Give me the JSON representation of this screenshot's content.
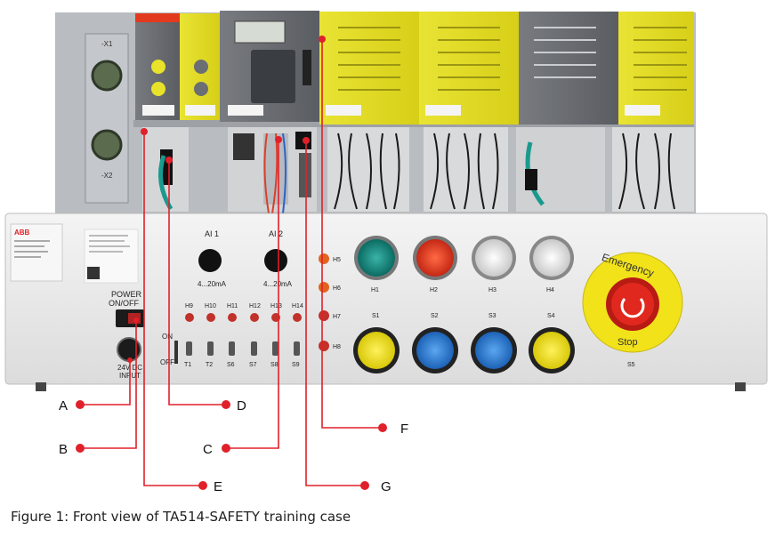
{
  "caption": "Figure 1: Front view of TA514-SAFETY training case",
  "brand": "ABB",
  "rail_labels": {
    "top": "-X1",
    "bottom": "-X2"
  },
  "panel": {
    "power_label_1": "POWER",
    "power_label_2": "ON/OFF",
    "input_label_1": "24V DC",
    "input_label_2": "INPUT",
    "toggle_on": "ON",
    "toggle_off": "OFF",
    "ai1": "AI 1",
    "ai2": "AI 2",
    "range1": "4...20mA",
    "range2": "4...20mA",
    "small_leds": [
      "H9",
      "H10",
      "H11",
      "H12",
      "H13",
      "H14"
    ],
    "switches": [
      "T1",
      "T2",
      "S6",
      "S7",
      "S8",
      "S9"
    ],
    "side_leds": [
      "H5",
      "H6",
      "H7",
      "H8"
    ],
    "lamps": [
      "H1",
      "H2",
      "H3",
      "H4"
    ],
    "buttons": [
      "S1",
      "S2",
      "S3",
      "S4"
    ],
    "estop_top": "Emergency",
    "estop_bottom": "Stop",
    "estop_label": "S5"
  },
  "callouts": [
    "A",
    "B",
    "C",
    "D",
    "E",
    "F",
    "G"
  ],
  "colors": {
    "module_yellow": "#e8e22a",
    "module_gray": "#6b6e72",
    "panel": "#ececec",
    "lamp_green": "#0f8d84",
    "lamp_red": "#e23a1e",
    "btn_yellow": "#f1e21a",
    "btn_blue": "#2d7fd6",
    "callout_red": "#e0202a"
  }
}
